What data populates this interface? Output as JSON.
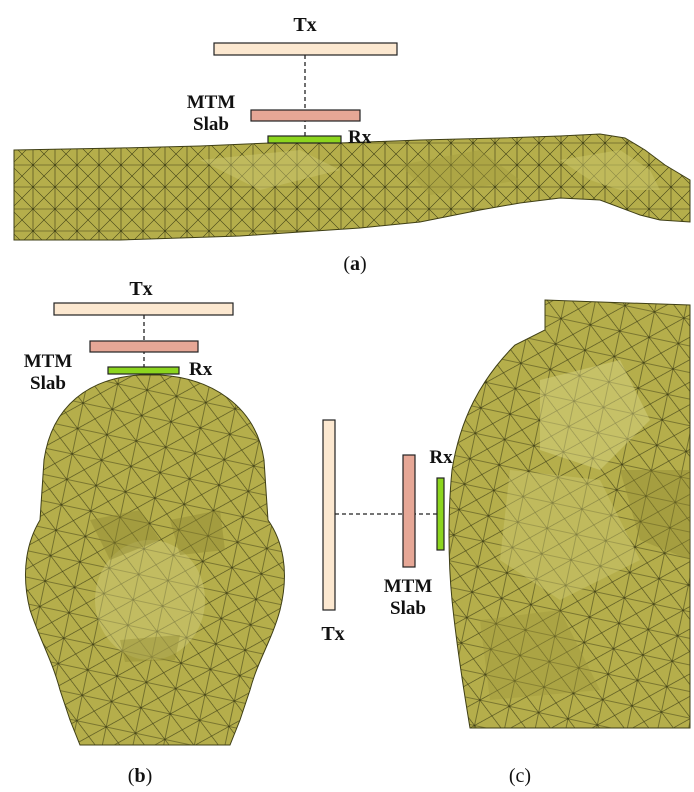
{
  "colors": {
    "tx_fill": "#fce8d0",
    "mtm_fill": "#e6a796",
    "rx_fill": "#8cd51e",
    "body_fill": "#b7b04e",
    "mesh_line": "#3f3f15",
    "body_highlight": "#dad784"
  },
  "panel_a": {
    "tx": "Tx",
    "mtm_line1": "MTM",
    "mtm_line2": "Slab",
    "rx": "Rx",
    "caption_open": "(",
    "caption_letter": "a",
    "caption_close": ")"
  },
  "panel_b": {
    "tx": "Tx",
    "mtm_line1": "MTM",
    "mtm_line2": "Slab",
    "rx": "Rx",
    "caption_open": "(",
    "caption_letter": "b",
    "caption_close": ")"
  },
  "panel_c": {
    "tx": "Tx",
    "mtm_line1": "MTM",
    "mtm_line2": "Slab",
    "rx": "Rx",
    "caption": "(c)"
  }
}
